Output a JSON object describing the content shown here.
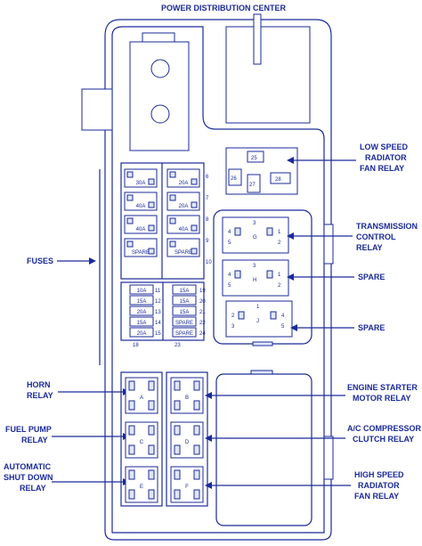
{
  "title": "POWER DISTRIBUTION CENTER",
  "labels": {
    "fuses": "FUSES",
    "horn_relay_1": "HORN",
    "horn_relay_2": "RELAY",
    "fuel_pump_1": "FUEL PUMP",
    "fuel_pump_2": "RELAY",
    "asd_1": "AUTOMATIC",
    "asd_2": "SHUT DOWN",
    "asd_3": "RELAY",
    "low_speed_1": "LOW SPEED",
    "low_speed_2": "RADIATOR",
    "low_speed_3": "FAN RELAY",
    "trans_1": "TRANSMISSION",
    "trans_2": "CONTROL",
    "trans_3": "RELAY",
    "spare_1": "SPARE",
    "spare_2": "SPARE",
    "starter_1": "ENGINE STARTER",
    "starter_2": "MOTOR RELAY",
    "ac_1": "A/C COMPRESSOR",
    "ac_2": "CLUTCH RELAY",
    "high_speed_1": "HIGH SPEED",
    "high_speed_2": "RADIATOR",
    "high_speed_3": "FAN RELAY"
  },
  "fuses": {
    "left_column": [
      "30A",
      "40A",
      "40A",
      "SPARE"
    ],
    "right_column": [
      "20A",
      "20A",
      "40A",
      "SPARE"
    ],
    "right_numbers": [
      "6",
      "7",
      "8",
      "9",
      "10"
    ],
    "mini_left": [
      "10A",
      "15A",
      "20A",
      "15A",
      "20A"
    ],
    "mini_right": [
      "15A",
      "15A",
      "15A",
      "SPARE",
      "SPARE"
    ],
    "mini_numbers_left": [
      "11",
      "12",
      "13",
      "14",
      "15"
    ],
    "mini_numbers_right": [
      "19",
      "20",
      "21",
      "22",
      "24"
    ],
    "bottom_numbers": [
      "18",
      "23"
    ]
  },
  "relays": {
    "letters": [
      "A",
      "B",
      "C",
      "D",
      "E",
      "F"
    ],
    "low_speed_pins": [
      "25",
      "26",
      "27",
      "28"
    ],
    "trans_pins": [
      "3",
      "4",
      "5",
      "G",
      "1",
      "2"
    ],
    "spare1_pins": [
      "3",
      "4",
      "5",
      "H",
      "1",
      "2"
    ],
    "spare2_pins": [
      "1",
      "2",
      "3",
      "J",
      "4",
      "5"
    ]
  }
}
